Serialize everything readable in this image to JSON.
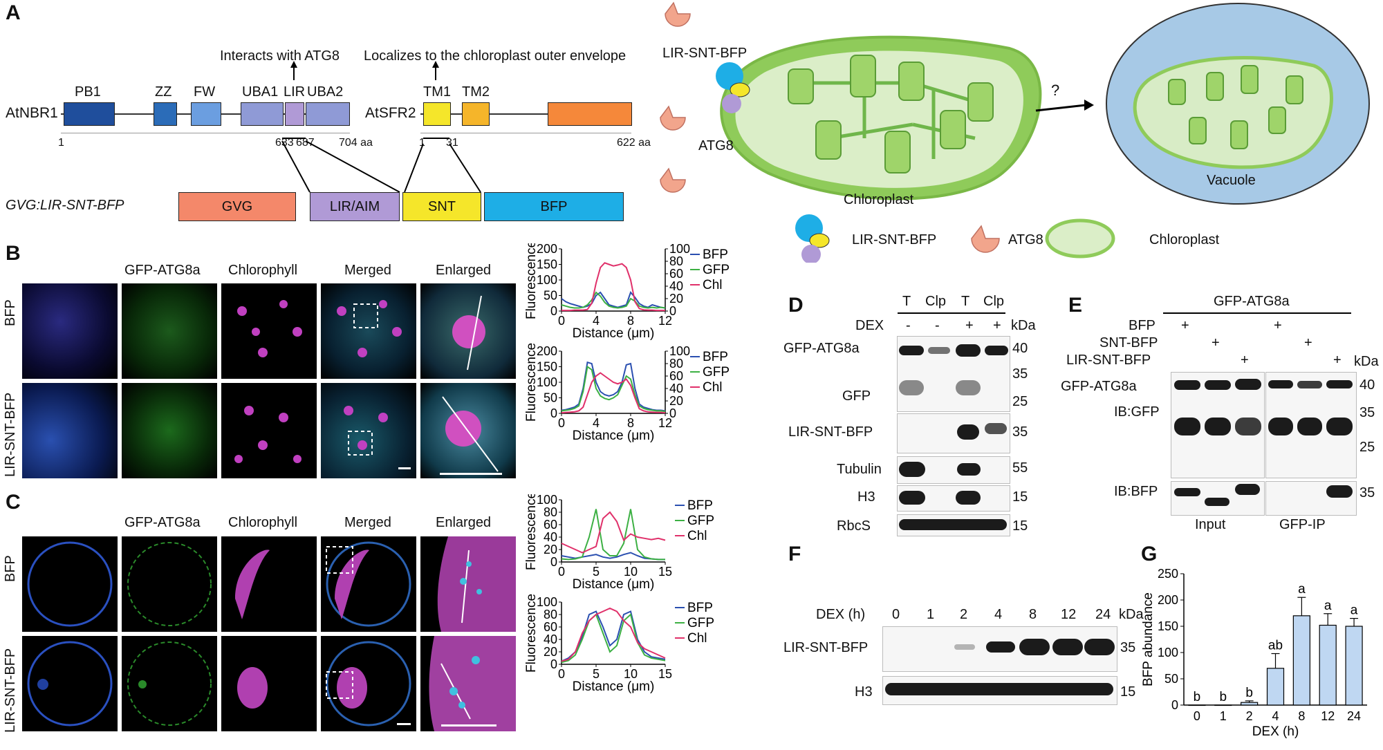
{
  "panels": {
    "A": "A",
    "B": "B",
    "C": "C",
    "D": "D",
    "E": "E",
    "F": "F",
    "G": "G"
  },
  "panelA": {
    "nbr1": {
      "name": "AtNBR1",
      "domains": [
        "PB1",
        "ZZ",
        "FW",
        "UBA1",
        "LIR",
        "UBA2"
      ],
      "ticks": [
        "1",
        "633",
        "687",
        "704 aa"
      ],
      "annotation": "Interacts with ATG8"
    },
    "sfr2": {
      "name": "AtSFR2",
      "domains": [
        "TM1",
        "TM2"
      ],
      "ticks": [
        "1",
        "31",
        "622 aa"
      ],
      "annotation": "Localizes to the chloroplast outer envelope"
    },
    "construct": {
      "name": "GVG:LIR-SNT-BFP",
      "parts": [
        "GVG",
        "LIR/AIM",
        "SNT",
        "BFP"
      ]
    },
    "schematic": {
      "lir_snt_bfp": "LIR-SNT-BFP",
      "atg8": "ATG8",
      "chloroplast": "Chloroplast",
      "question": "?",
      "vacuole": "Vacuole"
    },
    "legend": {
      "item1": "LIR-SNT-BFP",
      "item2": "ATG8",
      "item3": "Chloroplast"
    }
  },
  "panelB": {
    "columns": [
      "GFP-ATG8a",
      "Chlorophyll",
      "Merged",
      "Enlarged"
    ],
    "rows": [
      "BFP",
      "LIR-SNT-BFP"
    ]
  },
  "panelC": {
    "columns": [
      "GFP-ATG8a",
      "Chlorophyll",
      "Merged",
      "Enlarged"
    ],
    "rows": [
      "BFP",
      "LIR-SNT-BFP"
    ]
  },
  "profiles": {
    "ylabel": "Fluorescence",
    "xlabel": "Distance (μm)",
    "series_names": [
      "BFP",
      "GFP",
      "Chl"
    ],
    "colors": {
      "BFP": "#2a4fb0",
      "GFP": "#3cb043",
      "Chl": "#e0306a"
    }
  },
  "panelD": {
    "cols": [
      "T",
      "Clp",
      "T",
      "Clp"
    ],
    "dex_label": "DEX",
    "dex": [
      "-",
      "-",
      "+",
      "+"
    ],
    "kda": "kDa",
    "row_labels": [
      "GFP-ATG8a",
      "GFP",
      "LIR-SNT-BFP",
      "Tubulin",
      "H3",
      "RbcS"
    ],
    "markers": [
      "40",
      "35",
      "25",
      "35",
      "55",
      "15",
      "15"
    ]
  },
  "panelE": {
    "header": "GFP-ATG8a",
    "rows": [
      "BFP",
      "SNT-BFP",
      "LIR-SNT-BFP"
    ],
    "plus": "+",
    "kda": "kDa",
    "labels": [
      "GFP-ATG8a",
      "IB:GFP",
      "IB:BFP"
    ],
    "markers": [
      "40",
      "35",
      "25",
      "35"
    ],
    "bottom": [
      "Input",
      "GFP-IP"
    ]
  },
  "panelF": {
    "dex_label": "DEX (h)",
    "times": [
      "0",
      "1",
      "2",
      "4",
      "8",
      "12",
      "24"
    ],
    "kda": "kDa",
    "rows": [
      "LIR-SNT-BFP",
      "H3"
    ],
    "markers": [
      "35",
      "15"
    ]
  },
  "chart_data": [
    {
      "type": "line",
      "title": "",
      "xlabel": "Distance (μm)",
      "ylabel": "Fluorescence",
      "xlim": [
        0,
        12
      ],
      "ylim_left": [
        0,
        200
      ],
      "ylim_right": [
        0,
        100
      ],
      "x": [
        0,
        0.5,
        1,
        1.5,
        2,
        2.5,
        3,
        3.5,
        4,
        4.5,
        5,
        5.5,
        6,
        6.5,
        7,
        7.5,
        8,
        8.5,
        9,
        9.5,
        10,
        10.5,
        11,
        11.5,
        12
      ],
      "series": [
        {
          "name": "BFP",
          "axis": "right",
          "values": [
            20,
            15,
            12,
            10,
            8,
            6,
            8,
            12,
            25,
            30,
            20,
            10,
            8,
            6,
            8,
            10,
            30,
            22,
            12,
            8,
            6,
            10,
            8,
            6,
            5
          ]
        },
        {
          "name": "GFP",
          "axis": "right",
          "values": [
            10,
            8,
            6,
            5,
            5,
            6,
            10,
            18,
            30,
            24,
            14,
            8,
            6,
            5,
            6,
            8,
            20,
            16,
            8,
            6,
            5,
            6,
            5,
            6,
            5
          ]
        },
        {
          "name": "Chl",
          "axis": "left",
          "values": [
            2,
            2,
            2,
            3,
            3,
            3,
            5,
            25,
            90,
            140,
            155,
            150,
            145,
            148,
            152,
            140,
            100,
            30,
            8,
            4,
            3,
            3,
            2,
            2,
            2
          ]
        }
      ]
    },
    {
      "type": "line",
      "title": "",
      "xlabel": "Distance (μm)",
      "ylabel": "Fluorescence",
      "xlim": [
        0,
        12
      ],
      "ylim_left": [
        0,
        200
      ],
      "ylim_right": [
        0,
        100
      ],
      "x": [
        0,
        0.5,
        1,
        1.5,
        2,
        2.5,
        3,
        3.5,
        4,
        4.5,
        5,
        5.5,
        6,
        6.5,
        7,
        7.5,
        8,
        8.5,
        9,
        9.5,
        10,
        10.5,
        11,
        11.5,
        12
      ],
      "series": [
        {
          "name": "BFP",
          "axis": "right",
          "values": [
            5,
            6,
            8,
            10,
            15,
            40,
            82,
            80,
            50,
            35,
            30,
            28,
            30,
            35,
            50,
            78,
            80,
            40,
            15,
            10,
            8,
            6,
            5,
            5,
            4
          ]
        },
        {
          "name": "GFP",
          "axis": "right",
          "values": [
            4,
            5,
            6,
            8,
            12,
            35,
            75,
            70,
            40,
            28,
            24,
            22,
            25,
            30,
            45,
            60,
            55,
            30,
            12,
            8,
            6,
            5,
            4,
            4,
            3
          ]
        },
        {
          "name": "Chl",
          "axis": "left",
          "values": [
            2,
            3,
            4,
            5,
            8,
            20,
            60,
            100,
            120,
            130,
            120,
            110,
            100,
            95,
            100,
            110,
            90,
            50,
            15,
            8,
            5,
            4,
            3,
            3,
            2
          ]
        }
      ]
    },
    {
      "type": "line",
      "title": "",
      "xlabel": "Distance (μm)",
      "ylabel": "Fluorescence",
      "xlim": [
        0,
        15
      ],
      "ylim": [
        0,
        100
      ],
      "x": [
        0,
        1,
        2,
        3,
        4,
        5,
        6,
        7,
        8,
        9,
        10,
        11,
        12,
        13,
        14,
        15
      ],
      "series": [
        {
          "name": "BFP",
          "values": [
            10,
            8,
            6,
            8,
            10,
            12,
            8,
            6,
            8,
            12,
            15,
            10,
            6,
            5,
            4,
            4
          ]
        },
        {
          "name": "GFP",
          "values": [
            5,
            4,
            5,
            8,
            40,
            85,
            20,
            10,
            10,
            30,
            85,
            20,
            8,
            5,
            4,
            4
          ]
        },
        {
          "name": "Chl",
          "values": [
            30,
            25,
            20,
            15,
            20,
            25,
            70,
            80,
            65,
            35,
            45,
            40,
            38,
            36,
            38,
            35
          ]
        }
      ]
    },
    {
      "type": "line",
      "title": "",
      "xlabel": "Distance (μm)",
      "ylabel": "Fluorescence",
      "xlim": [
        0,
        15
      ],
      "ylim": [
        0,
        100
      ],
      "x": [
        0,
        1,
        2,
        3,
        4,
        5,
        6,
        7,
        8,
        9,
        10,
        11,
        12,
        13,
        14,
        15
      ],
      "series": [
        {
          "name": "BFP",
          "values": [
            5,
            10,
            20,
            45,
            80,
            85,
            60,
            30,
            40,
            80,
            85,
            40,
            20,
            12,
            10,
            8
          ]
        },
        {
          "name": "GFP",
          "values": [
            3,
            6,
            15,
            40,
            70,
            80,
            50,
            20,
            30,
            70,
            80,
            35,
            15,
            10,
            8,
            6
          ]
        },
        {
          "name": "Chl",
          "values": [
            5,
            8,
            20,
            50,
            70,
            80,
            85,
            90,
            85,
            70,
            60,
            35,
            25,
            20,
            15,
            10
          ]
        }
      ]
    },
    {
      "type": "bar",
      "title": "",
      "xlabel": "DEX (h)",
      "ylabel": "BFP abundance",
      "categories": [
        "0",
        "1",
        "2",
        "4",
        "8",
        "12",
        "24"
      ],
      "values": [
        0,
        0,
        5,
        70,
        170,
        152,
        150
      ],
      "errors": [
        0,
        0,
        3,
        28,
        35,
        22,
        15
      ],
      "letters": [
        "b",
        "b",
        "b",
        "ab",
        "a",
        "a",
        "a"
      ],
      "ylim": [
        0,
        250
      ],
      "yticks": [
        "0",
        "50",
        "100",
        "150",
        "200",
        "250"
      ],
      "color": "#bfd7f2"
    }
  ]
}
